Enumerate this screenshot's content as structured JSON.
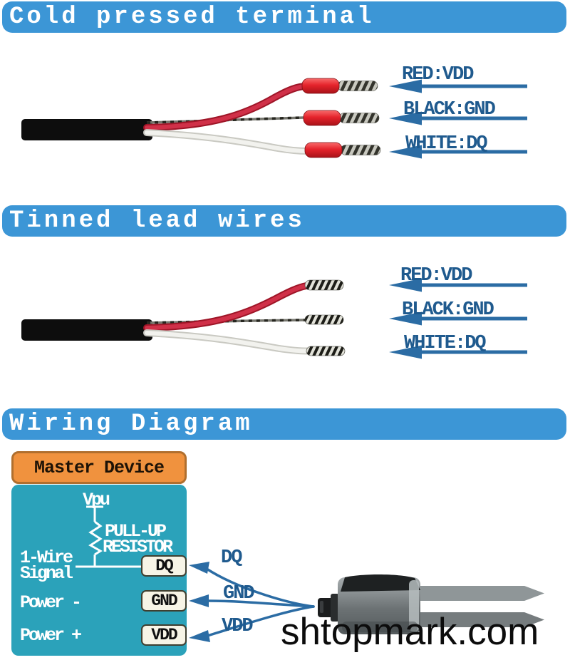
{
  "sections": [
    {
      "title": "Cold pressed terminal"
    },
    {
      "title": "Tinned lead wires"
    },
    {
      "title": "Wiring Diagram"
    }
  ],
  "legend": {
    "red": "RED:VDD",
    "black": "BLACK:GND",
    "white": "WHITE:DQ"
  },
  "wiring_diagram": {
    "master_device": "Master Device",
    "vpu": "Vpu",
    "pullup": [
      "PULL-UP",
      "RESISTOR"
    ],
    "signal": [
      "1-Wire",
      "Signal"
    ],
    "power_minus": "Power -",
    "power_plus": "Power +",
    "pins": [
      "DQ",
      "GND",
      "VDD"
    ],
    "wire_arrow_labels": [
      "DQ",
      "GND",
      "VDD"
    ]
  },
  "watermark": "shtopmark.com",
  "colors": {
    "banner_blue": "#3C96D6",
    "label_blue": "#1F5A8E",
    "arrow_blue": "#2B6CA4",
    "diagram_teal": "#2BA2BA",
    "master_orange": "#F0923E",
    "wire_red": "#C22236",
    "pin_box_cream": "#F7F4E6"
  }
}
